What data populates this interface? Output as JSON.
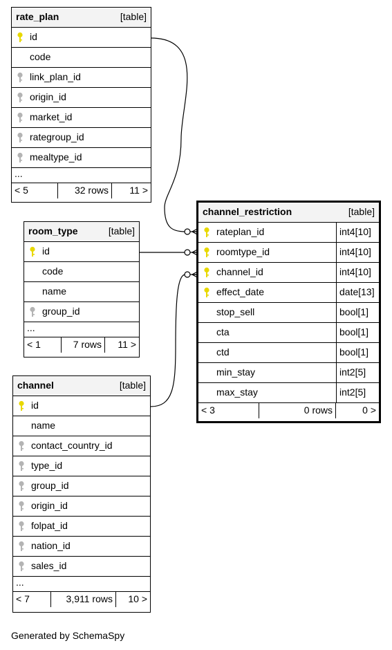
{
  "tables": {
    "rate_plan": {
      "name": "rate_plan",
      "kind": "[table]",
      "columns": [
        {
          "name": "id",
          "key": "primary"
        },
        {
          "name": "code",
          "key": "none"
        },
        {
          "name": "link_plan_id",
          "key": "foreign"
        },
        {
          "name": "origin_id",
          "key": "foreign"
        },
        {
          "name": "market_id",
          "key": "foreign"
        },
        {
          "name": "rategroup_id",
          "key": "foreign"
        },
        {
          "name": "mealtype_id",
          "key": "foreign"
        }
      ],
      "more": "...",
      "footer": {
        "parents": "< 5",
        "rows": "32 rows",
        "children": "11 >"
      }
    },
    "room_type": {
      "name": "room_type",
      "kind": "[table]",
      "columns": [
        {
          "name": "id",
          "key": "primary"
        },
        {
          "name": "code",
          "key": "none"
        },
        {
          "name": "name",
          "key": "none"
        },
        {
          "name": "group_id",
          "key": "foreign"
        }
      ],
      "more": "...",
      "footer": {
        "parents": "< 1",
        "rows": "7 rows",
        "children": "11 >"
      }
    },
    "channel": {
      "name": "channel",
      "kind": "[table]",
      "columns": [
        {
          "name": "id",
          "key": "primary"
        },
        {
          "name": "name",
          "key": "none"
        },
        {
          "name": "contact_country_id",
          "key": "foreign"
        },
        {
          "name": "type_id",
          "key": "foreign"
        },
        {
          "name": "group_id",
          "key": "foreign"
        },
        {
          "name": "origin_id",
          "key": "foreign"
        },
        {
          "name": "folpat_id",
          "key": "foreign"
        },
        {
          "name": "nation_id",
          "key": "foreign"
        },
        {
          "name": "sales_id",
          "key": "foreign"
        }
      ],
      "more": "...",
      "footer": {
        "parents": "< 7",
        "rows": "3,911 rows",
        "children": "10 >"
      }
    },
    "channel_restriction": {
      "name": "channel_restriction",
      "kind": "[table]",
      "columns": [
        {
          "name": "rateplan_id",
          "type": "int4[10]",
          "key": "primary"
        },
        {
          "name": "roomtype_id",
          "type": "int4[10]",
          "key": "primary"
        },
        {
          "name": "channel_id",
          "type": "int4[10]",
          "key": "primary"
        },
        {
          "name": "effect_date",
          "type": "date[13]",
          "key": "primary"
        },
        {
          "name": "stop_sell",
          "type": "bool[1]",
          "key": "none"
        },
        {
          "name": "cta",
          "type": "bool[1]",
          "key": "none"
        },
        {
          "name": "ctd",
          "type": "bool[1]",
          "key": "none"
        },
        {
          "name": "min_stay",
          "type": "int2[5]",
          "key": "none"
        },
        {
          "name": "max_stay",
          "type": "int2[5]",
          "key": "none"
        }
      ],
      "footer": {
        "parents": "< 3",
        "rows": "0 rows",
        "children": "0 >"
      }
    }
  },
  "relationships": [
    {
      "from": "rate_plan.id",
      "to": "channel_restriction.rateplan_id"
    },
    {
      "from": "room_type.id",
      "to": "channel_restriction.roomtype_id"
    },
    {
      "from": "channel.id",
      "to": "channel_restriction.channel_id"
    }
  ],
  "colors": {
    "primary_key": "#e8d800",
    "foreign_key": "#b4b4b4",
    "header_bg": "#f3f3f3"
  },
  "footer_text": "Generated by SchemaSpy"
}
